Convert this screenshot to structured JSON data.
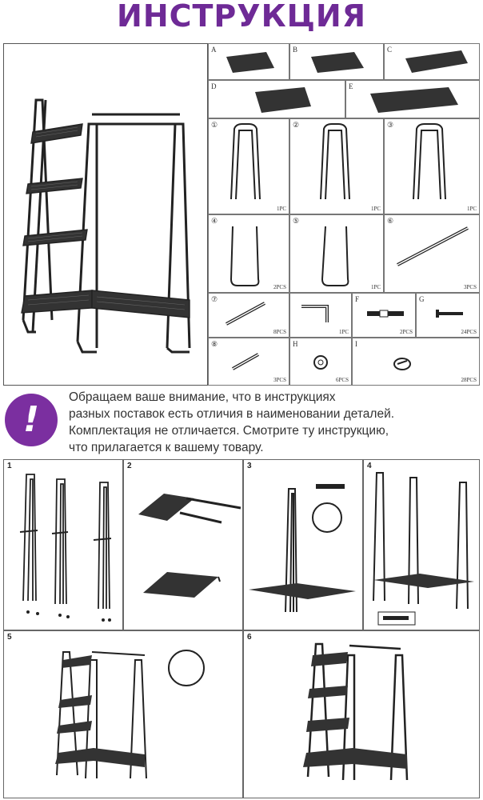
{
  "title": "ИНСТРУКЦИЯ",
  "notice": {
    "icon": "exclamation-icon",
    "accent": "#7b2fa0",
    "lines": [
      "Обращаем ваше внимание, что в инструкциях",
      "разных поставок есть отличия в наименовании деталей.",
      "Комплектация не отличается. Смотрите ту инструкцию,",
      "что прилагается к вашему товару."
    ]
  },
  "parts": {
    "a": {
      "label": "A"
    },
    "b": {
      "label": "B"
    },
    "c": {
      "label": "C"
    },
    "d": {
      "label": "D"
    },
    "e": {
      "label": "E"
    },
    "p1": {
      "label": "①",
      "qty": "1PC"
    },
    "p2": {
      "label": "②",
      "qty": "1PC"
    },
    "p3": {
      "label": "③",
      "qty": "1PC"
    },
    "p4": {
      "label": "④",
      "qty": "2PCS"
    },
    "p5": {
      "label": "⑤",
      "qty": "1PC"
    },
    "p6": {
      "label": "⑥",
      "qty": "3PCS"
    },
    "p7": {
      "label": "⑦",
      "qty": "8PCS"
    },
    "wrench": {
      "qty": "1PC"
    },
    "f": {
      "label": "F",
      "qty": "2PCS"
    },
    "g": {
      "label": "G",
      "qty": "24PCS"
    },
    "p8": {
      "label": "⑧",
      "qty": "3PCS"
    },
    "h": {
      "label": "H",
      "qty": "6PCS"
    },
    "i": {
      "label": "I",
      "qty": "28PCS"
    }
  },
  "steps": [
    "1",
    "2",
    "3",
    "4",
    "5",
    "6"
  ]
}
